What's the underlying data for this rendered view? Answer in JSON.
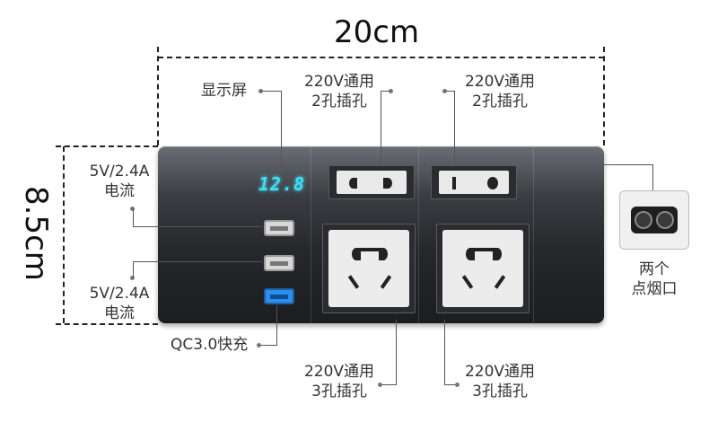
{
  "dimensions": {
    "width_text": "20cm",
    "height_text": "8.5cm"
  },
  "labels": {
    "display": "显示屏",
    "usb_top": [
      "5V/2.4A",
      "电流"
    ],
    "usb_bottom": [
      "5V/2.4A",
      "电流"
    ],
    "qc": "QC3.0快充",
    "socket2_left": [
      "220V通用",
      "2孔插孔"
    ],
    "socket2_right": [
      "220V通用",
      "2孔插孔"
    ],
    "socket3_left": [
      "220V通用",
      "3孔插孔"
    ],
    "socket3_right": [
      "220V通用",
      "3孔插孔"
    ],
    "lighter": [
      "两个",
      "点烟口"
    ]
  },
  "lcd_reading": "12.8",
  "colors": {
    "lcd": "#3fe0f4",
    "qc_port": "#2f8fe8",
    "device_body": "#25272b"
  },
  "icons": [
    "usb-port-icon",
    "qc-usb-port-icon",
    "two-pin-socket-icon",
    "three-pin-socket-icon",
    "cigarette-lighter-icon"
  ]
}
